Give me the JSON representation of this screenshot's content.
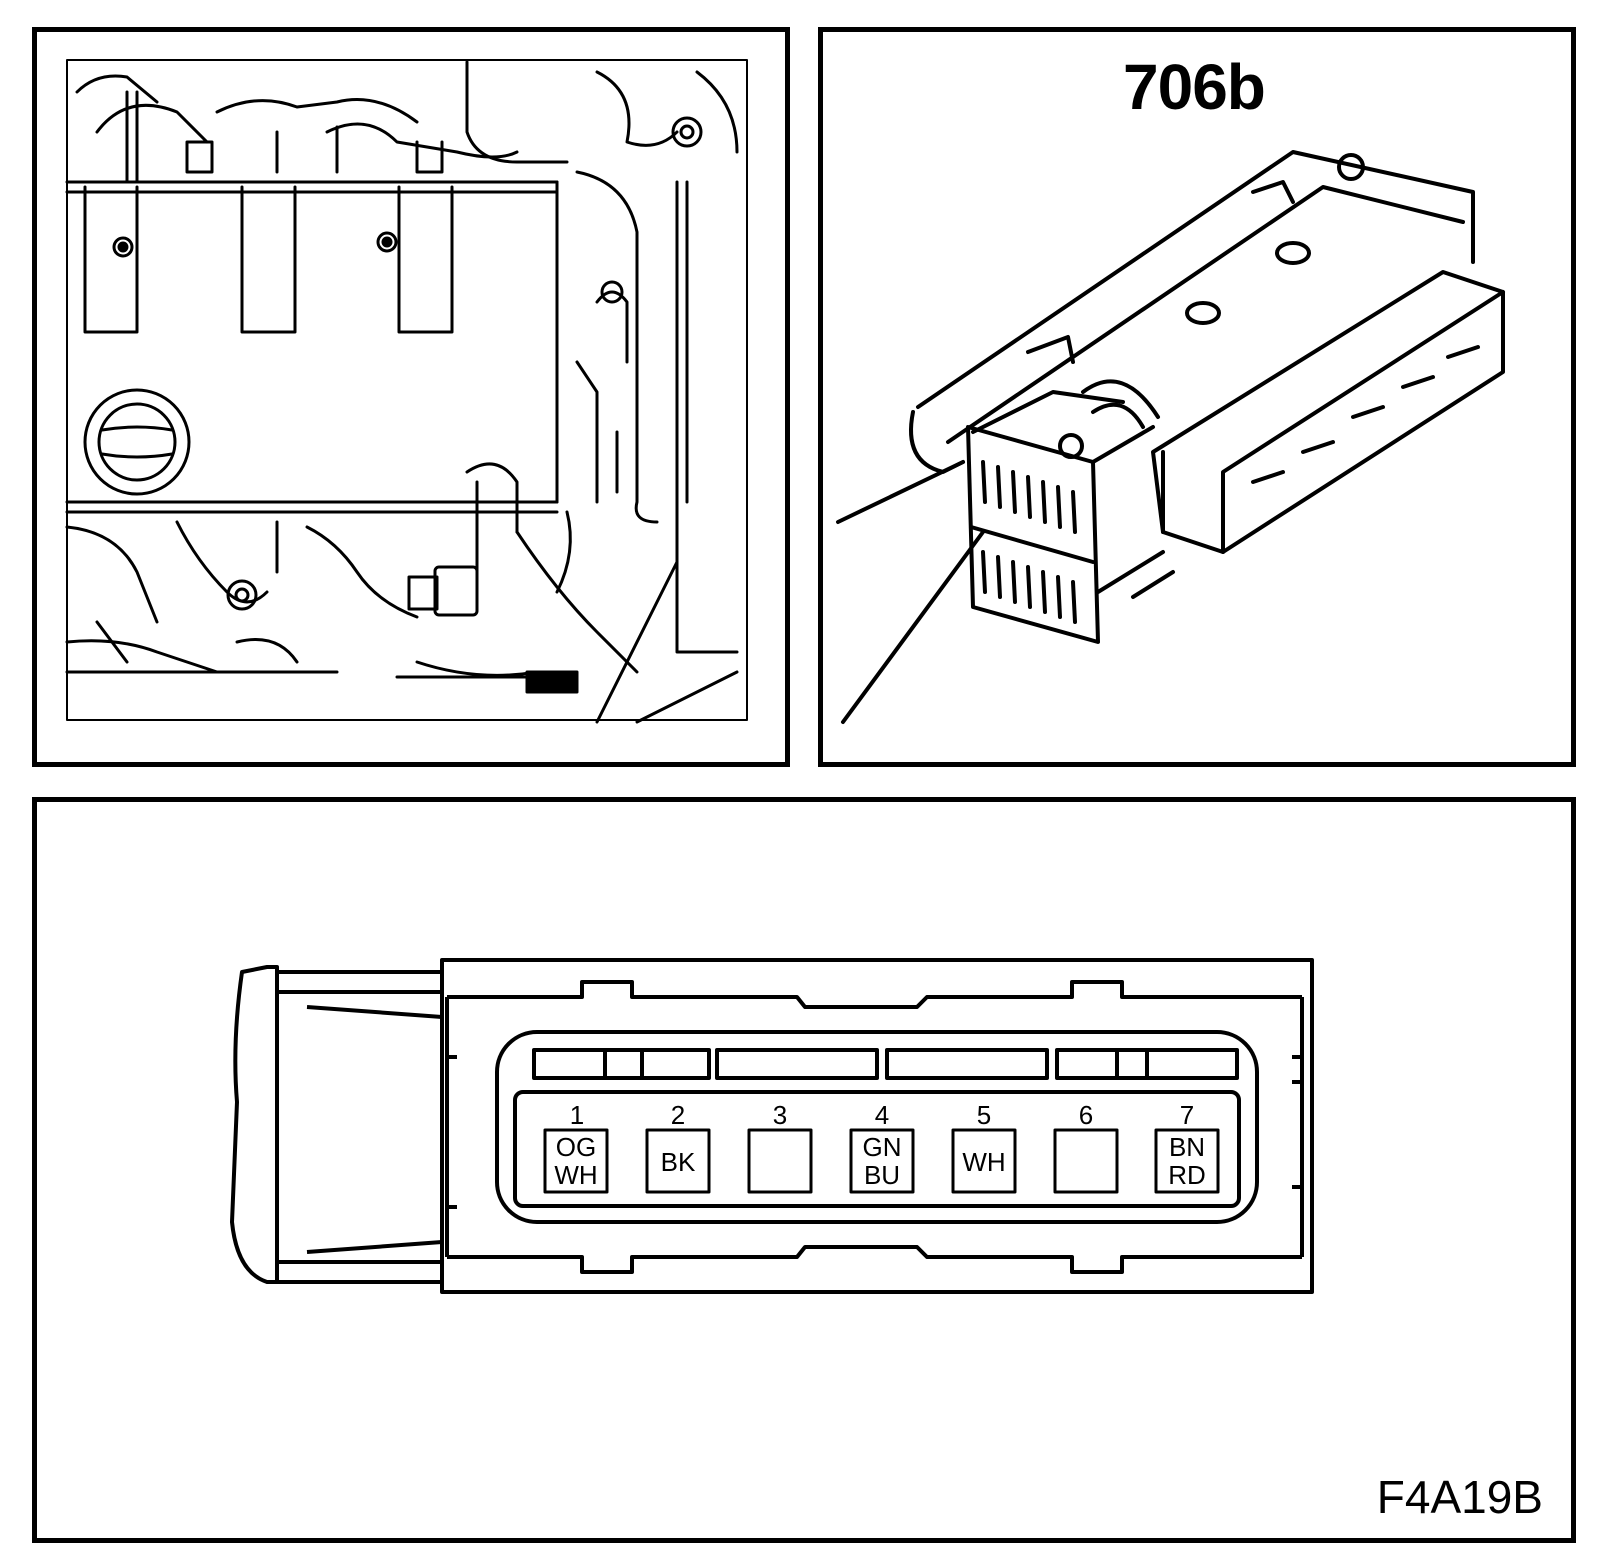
{
  "connector": {
    "label": "706b"
  },
  "figure_code": "F4A19B",
  "pins": [
    {
      "number": "1",
      "color_line1": "OG",
      "color_line2": "WH"
    },
    {
      "number": "2",
      "color_line1": "BK",
      "color_line2": ""
    },
    {
      "number": "3",
      "color_line1": "",
      "color_line2": ""
    },
    {
      "number": "4",
      "color_line1": "GN",
      "color_line2": "BU"
    },
    {
      "number": "5",
      "color_line1": "WH",
      "color_line2": ""
    },
    {
      "number": "6",
      "color_line1": "",
      "color_line2": ""
    },
    {
      "number": "7",
      "color_line1": "BN",
      "color_line2": "RD"
    }
  ],
  "colors": {
    "line": "#000000",
    "background": "#ffffff"
  }
}
